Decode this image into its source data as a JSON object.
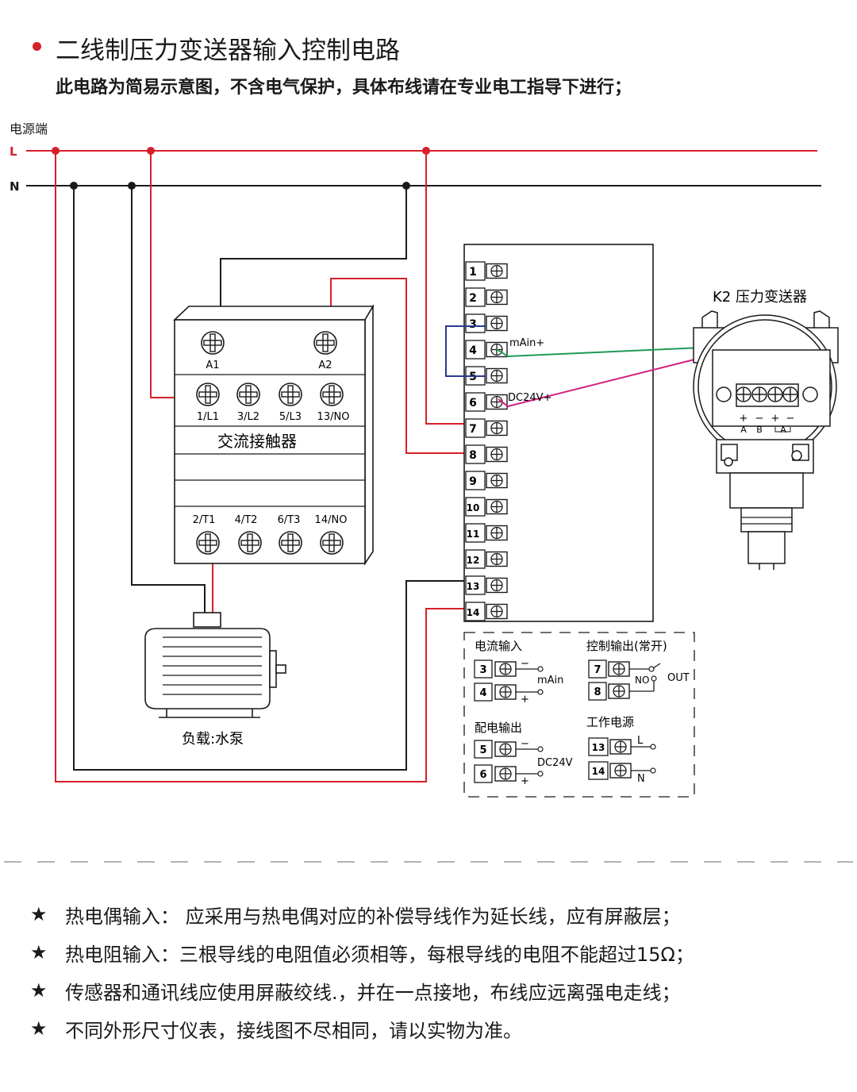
{
  "header": {
    "title": "二线制压力变送器输入控制电路",
    "subtitle": "此电路为简易示意图，不含电气保护，具体布线请在专业电工指导下进行；"
  },
  "power": {
    "label": "电源端",
    "line_L": "L",
    "line_N": "N"
  },
  "contactor": {
    "coil_labels": [
      "A1",
      "A2"
    ],
    "top_labels": [
      "1/L1",
      "3/L2",
      "5/L3",
      "13/NO"
    ],
    "name": "交流接触器",
    "bottom_labels": [
      "2/T1",
      "4/T2",
      "6/T3",
      "14/NO"
    ]
  },
  "motor": {
    "label": "负载:水泵"
  },
  "controller": {
    "terminals": [
      "1",
      "2",
      "3",
      "4",
      "5",
      "6",
      "7",
      "8",
      "9",
      "10",
      "11",
      "12",
      "13",
      "14"
    ],
    "mA_label": "mAin+",
    "dc_label": "DC24V+"
  },
  "transmitter": {
    "title": "K2 压力变送器",
    "signs": [
      "+",
      "−",
      "+",
      "−"
    ],
    "letters": [
      "A",
      "B",
      "A"
    ]
  },
  "legend": {
    "current_in": {
      "title": "电流输入",
      "t1": "3",
      "t2": "4",
      "minus": "−",
      "plus": "+",
      "label": "mAin"
    },
    "control_out": {
      "title": "控制输出(常开)",
      "t1": "7",
      "t2": "8",
      "no": "NO",
      "out": "OUT"
    },
    "supply_out": {
      "title": "配电输出",
      "t1": "5",
      "t2": "6",
      "minus": "−",
      "plus": "+",
      "label": "DC24V"
    },
    "work_power": {
      "title": "工作电源",
      "t1": "13",
      "t2": "14",
      "L": "L",
      "N": "N"
    }
  },
  "notes": {
    "star": "★",
    "items": [
      "热电偶输入： 应采用与热电偶对应的补偿导线作为延长线，应有屏蔽层；",
      "热电阻输入：三根导线的电阻值必须相等，每根导线的电阻不能超过15Ω；",
      "传感器和通讯线应使用屏蔽绞线.，并在一点接地，布线应远离强电走线；",
      "不同外形尺寸仪表，接线图不尽相同，请以实物为准。"
    ]
  },
  "colors": {
    "red": "#d6202a",
    "black": "#1a1a1a",
    "blue": "#2b3a8c",
    "green": "#1f9a55",
    "magenta": "#d0207f"
  }
}
